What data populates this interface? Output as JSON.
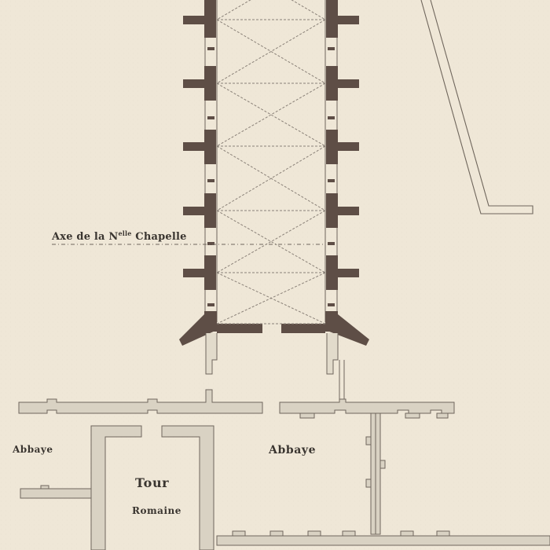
{
  "labels": {
    "axis": "Axe de la N",
    "axis_superscript": "elle",
    "axis_suffix": " Chapelle",
    "abbaye_left": "Abbaye",
    "abbaye_right": "Abbaye",
    "tour": "Tour",
    "romaine": "Romaine"
  },
  "colors": {
    "paper": "#efe7d7",
    "new_chapel_walls": "#5e4e46",
    "old_walls_fill": "#d9d2c3",
    "ink": "#6f665c"
  }
}
